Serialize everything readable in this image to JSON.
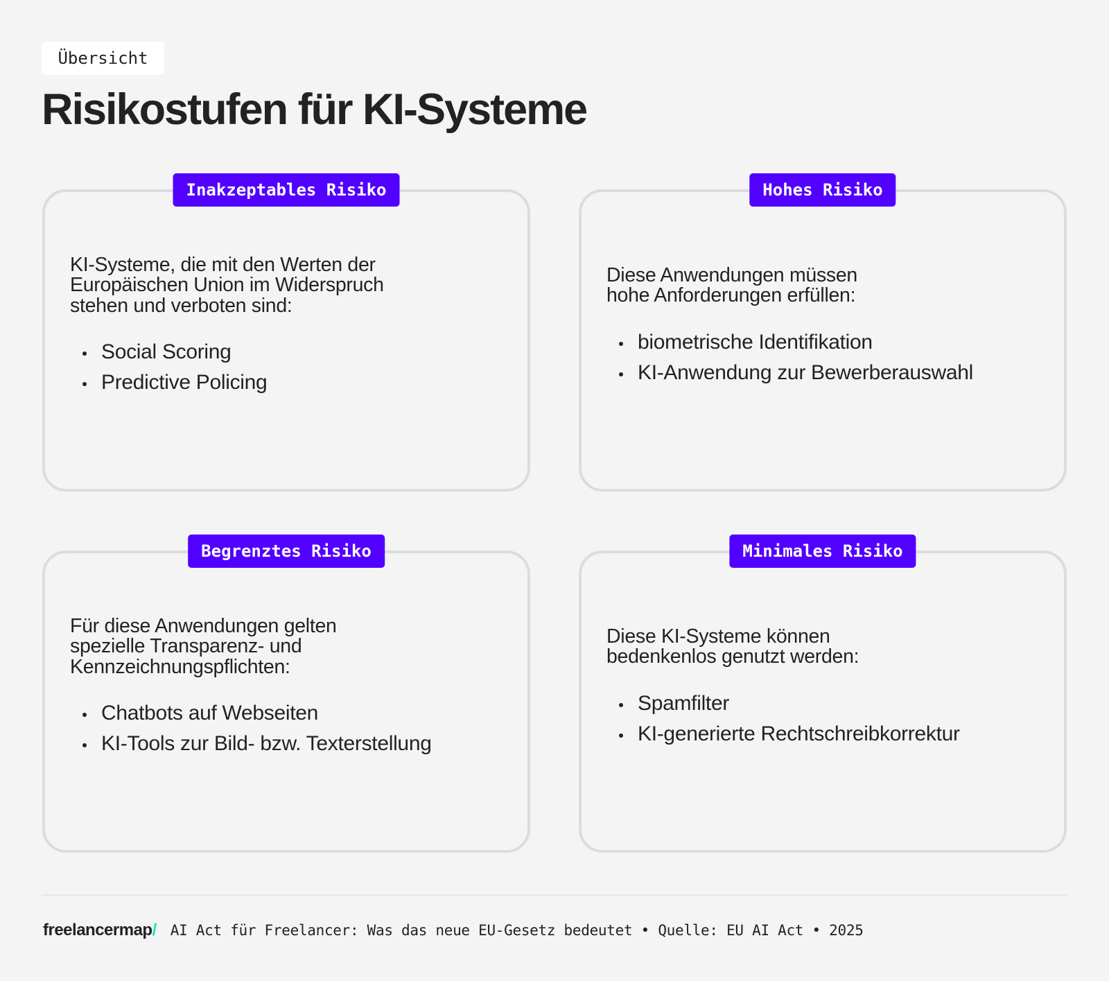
{
  "header": {
    "tag": "Übersicht",
    "title": "Risikostufen für KI-Systeme"
  },
  "colors": {
    "background": "#f4f4f4",
    "accent": "#5200ff",
    "card_border": "#dcdcdc",
    "text": "#222222",
    "logo_slash": "#19e3c2"
  },
  "cards": [
    {
      "badge": "Inakzeptables Risiko",
      "intro_lines": [
        "KI-Systeme, die mit den Werten der",
        "Europäischen Union im Widerspruch",
        "stehen und verboten sind:"
      ],
      "items": [
        "Social Scoring",
        "Predictive Policing"
      ]
    },
    {
      "badge": "Hohes Risiko",
      "intro_lines": [
        "Diese Anwendungen müssen",
        "hohe Anforderungen erfüllen:"
      ],
      "items": [
        "biometrische Identifikation",
        "KI-Anwendung zur Bewerberauswahl"
      ]
    },
    {
      "badge": "Begrenztes Risiko",
      "intro_lines": [
        "Für diese Anwendungen gelten",
        "spezielle Transparenz- und",
        "Kennzeichnungspflichten:"
      ],
      "items": [
        "Chatbots auf Webseiten",
        "KI-Tools zur Bild- bzw. Texterstellung"
      ]
    },
    {
      "badge": "Minimales Risiko",
      "intro_lines": [
        "Diese KI-Systeme können",
        "bedenkenlos genutzt werden:"
      ],
      "items": [
        "Spamfilter",
        "KI-generierte Rechtschreibkorrektur"
      ]
    }
  ],
  "footer": {
    "logo_text": "freelancermap",
    "logo_slash": "/",
    "text": "AI Act für Freelancer: Was das neue EU-Gesetz bedeutet • Quelle: EU AI Act • 2025"
  }
}
